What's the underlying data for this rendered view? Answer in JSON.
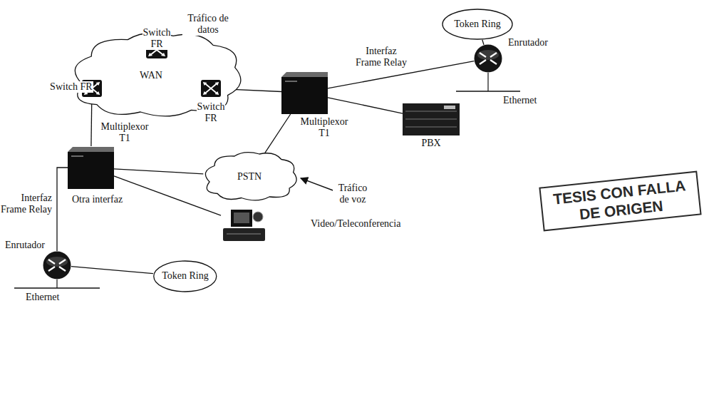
{
  "diagram": {
    "nodes": [
      {
        "text": [
          "WAN"
        ]
      },
      {
        "text": [
          "Switch FR"
        ],
        "in": 0
      },
      {
        "text": [
          "Switch FR"
        ],
        "in": 0
      },
      {
        "text": [
          "Switch FR"
        ],
        "in": 0
      },
      {
        "text": [
          "Token Ring"
        ]
      },
      {
        "text": [
          "Enrutador"
        ]
      },
      {
        "text": [
          "Multiplexor T1"
        ]
      },
      {
        "text": [
          "PBX"
        ]
      },
      {
        "text": [
          "Multiplexor T1"
        ]
      },
      {
        "text": [
          "PSTN"
        ]
      },
      {
        "text": [
          "Video/Teleconferencia"
        ]
      },
      {
        "text": [
          "Enrutador"
        ]
      },
      {
        "text": [
          "Token Ring"
        ]
      }
    ],
    "edges": [
      {
        "from": 1,
        "to": 2,
        "arrow": "none"
      },
      {
        "from": 1,
        "to": 3,
        "arrow": "none"
      },
      {
        "from": 2,
        "to": 3,
        "arrow": "none"
      },
      {
        "from": 3,
        "to": 6,
        "arrow": "none"
      },
      {
        "from": 2,
        "to": 8,
        "arrow": "none"
      },
      {
        "from": 6,
        "to": 5,
        "label": "Interfaz Frame Relay",
        "arrow": "none"
      },
      {
        "from": 5,
        "to": 4,
        "arrow": "none"
      },
      {
        "from": 6,
        "to": 7,
        "arrow": "none"
      },
      {
        "from": 9,
        "to": 6,
        "arrow": "none"
      },
      {
        "from": 8,
        "to": 9,
        "arrow": "none"
      },
      {
        "from": 8,
        "to": 11,
        "label": "Interfaz Frame Relay",
        "arrow": "none"
      },
      {
        "from": 8,
        "to": 10,
        "label": "Otra interfaz",
        "arrow": "none"
      },
      {
        "from": 11,
        "to": 12,
        "arrow": "none"
      }
    ],
    "labels": [
      "Tráfico de datos",
      "Tráfico de voz",
      "Ethernet",
      "Ethernet",
      "TESIS CON FALLA DE ORIGEN"
    ]
  }
}
